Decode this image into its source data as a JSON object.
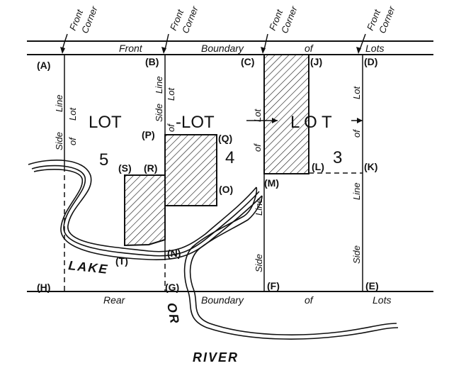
{
  "corner_label": {
    "line1": "Front",
    "line2": "Corner"
  },
  "points": {
    "A": "(A)",
    "B": "(B)",
    "C": "(C)",
    "J": "(J)",
    "D": "(D)",
    "P": "(P)",
    "Q": "(Q)",
    "S": "(S)",
    "R": "(R)",
    "O": "(O)",
    "M": "(M)",
    "L": "(L)",
    "K": "(K)",
    "N": "(N)",
    "T": "(T)",
    "H": "(H)",
    "G": "(G)",
    "F": "(F)",
    "E": "(E)"
  },
  "front_boundary": [
    "Front",
    "Boundary",
    "of",
    "Lots"
  ],
  "rear_boundary": [
    "Rear",
    "Boundary",
    "of",
    "Lots"
  ],
  "lots": {
    "lot_word": "LOT",
    "lot_word_mid": "-LOT",
    "lot3_word": "L O T",
    "lot5_number": "5",
    "lot4_number": "4",
    "lot3_number": "3"
  },
  "side_line_labels": {
    "side": "Side",
    "line": "Line",
    "of": "of",
    "lot": "Lot"
  },
  "water": {
    "lake": "LAKE",
    "or": "OR",
    "river": "RIVER"
  }
}
